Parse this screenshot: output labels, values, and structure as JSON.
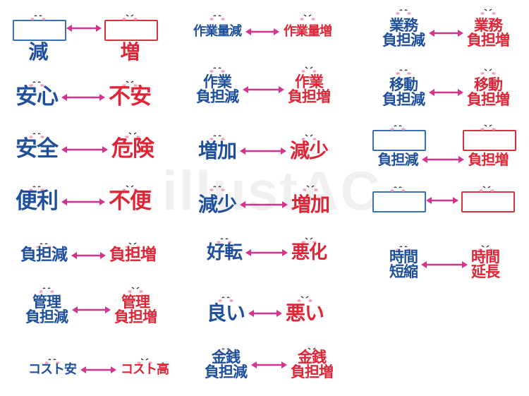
{
  "watermark": "illustAC",
  "colors": {
    "increase": "#df2535",
    "decrease": "#1e4f9c",
    "arrow": "#d6338f"
  },
  "pairs": [
    {
      "left": "減",
      "right": "増"
    },
    {
      "left": "安心",
      "right": "不安"
    },
    {
      "left": "安全",
      "right": "危険"
    },
    {
      "left": "便利",
      "right": "不便"
    },
    {
      "left": "負担減",
      "right": "負担増"
    },
    {
      "left": "管理\n負担減",
      "right": "管理\n負担増"
    },
    {
      "left": "コスト安",
      "right": "コスト高"
    },
    {
      "left": "作業量減",
      "right": "作業量増"
    },
    {
      "left": "作業\n負担減",
      "right": "作業\n負担増"
    },
    {
      "left": "増加",
      "right": "減少"
    },
    {
      "left": "減少",
      "right": "増加"
    },
    {
      "left": "好転",
      "right": "悪化"
    },
    {
      "left": "良い",
      "right": "悪い"
    },
    {
      "left": "金銭\n負担減",
      "right": "金銭\n負担増"
    },
    {
      "left": "業務\n負担減",
      "right": "業務\n負担増"
    },
    {
      "left": "移動\n負担減",
      "right": "移動\n負担増"
    },
    {
      "left": "負担減",
      "right": "負担増"
    },
    {
      "left": "",
      "right": ""
    },
    {
      "left": "時間\n短縮",
      "right": "時間\n延長"
    }
  ]
}
